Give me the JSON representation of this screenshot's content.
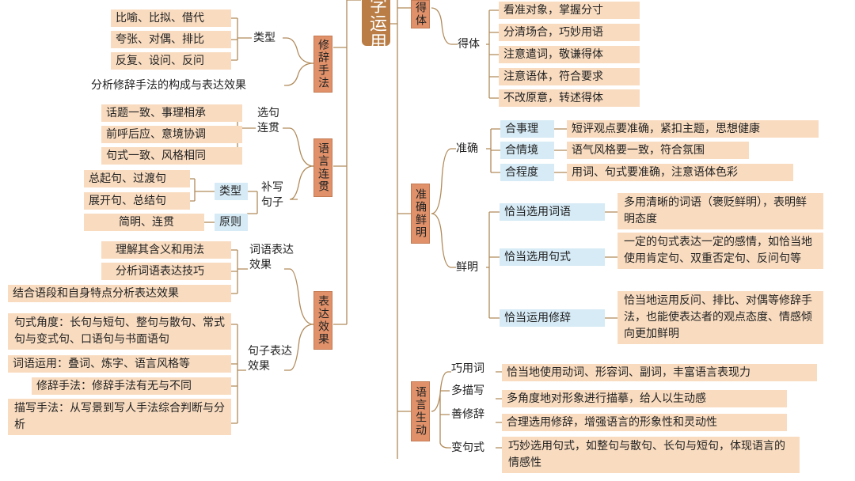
{
  "root": "字运用",
  "left": {
    "rhetoric": {
      "label": "修辞手法",
      "type_label": "类型",
      "types": [
        "比喻、比拟、借代",
        "夸张、对偶、排比",
        "反复、设问、反问"
      ],
      "analysis": "分析修辞手法的构成与表达效果"
    },
    "coherence": {
      "label": "语言连贯",
      "choose_label": "选句连贯",
      "choose_items": [
        "话题一致、事理相承",
        "前呼后应、意境协调",
        "句式一致、风格相同"
      ],
      "supply_label": "补写句子",
      "type_tag": "类型",
      "type_items": [
        "总起句、过渡句",
        "展开句、总结句"
      ],
      "principle_tag": "原则",
      "principle_item": "简明、连贯"
    },
    "effect": {
      "label": "表达效果",
      "word_label": "词语表达效果",
      "word_items": [
        "理解其含义和用法",
        "分析词语表达技巧",
        "结合语段和自身特点分析表达效果"
      ],
      "sentence_label": "句子表达效果",
      "sentence_items": [
        "句式角度：长句与短句、整句与散句、常式句与变式句、口语句与书面语句",
        "词语运用：叠词、炼字、语言风格等",
        "修辞手法：修辞手法有无与不同",
        "描写手法：从写景到写人手法综合判断与分析"
      ]
    }
  },
  "right": {
    "appropriate": {
      "label": "得体",
      "sub_label": "得体",
      "items": [
        "看准对象，掌握分寸",
        "分清场合，巧妙用语",
        "注意遣词，敬谦得体",
        "注意语体，符合要求",
        "不改原意，转述得体"
      ]
    },
    "accurate": {
      "label": "准确鲜明",
      "precise_label": "准确",
      "precise": [
        {
          "tag": "合事理",
          "text": "短评观点要准确，紧扣主题，思想健康"
        },
        {
          "tag": "合情境",
          "text": "语气风格要一致，符合氛围"
        },
        {
          "tag": "合程度",
          "text": "用词、句式要准确，注意语体色彩"
        }
      ],
      "vivid_label": "鲜明",
      "vivid": [
        {
          "tag": "恰当选用词语",
          "text": "多用清晰的词语（褒贬鲜明），表明鲜明态度"
        },
        {
          "tag": "恰当选用句式",
          "text": "一定的句式表达一定的感情，如恰当地使用肯定句、双重否定句、反问句等"
        },
        {
          "tag": "恰当运用修辞",
          "text": "恰当地运用反问、排比、对偶等修辞手法，也能使表达者的观点态度、情感倾向更加鲜明"
        }
      ]
    },
    "lively": {
      "label": "语言生动",
      "items": [
        {
          "tag": "巧用词",
          "text": "恰当地使用动词、形容词、副词，丰富语言表现力"
        },
        {
          "tag": "多描写",
          "text": "多角度地对形象进行描摹，给人以生动感"
        },
        {
          "tag": "善修辞",
          "text": "合理选用修辞，增强语言的形象性和灵动性"
        },
        {
          "tag": "变句式",
          "text": "巧妙选用句式，如整句与散句、长句与短句，体现语言的情感性"
        }
      ]
    }
  },
  "colors": {
    "leaf": "#f9dcc0",
    "category": "#e0916a",
    "root": "#b97d45",
    "tag": "#d6ebf6",
    "line": "#b08a5a"
  }
}
